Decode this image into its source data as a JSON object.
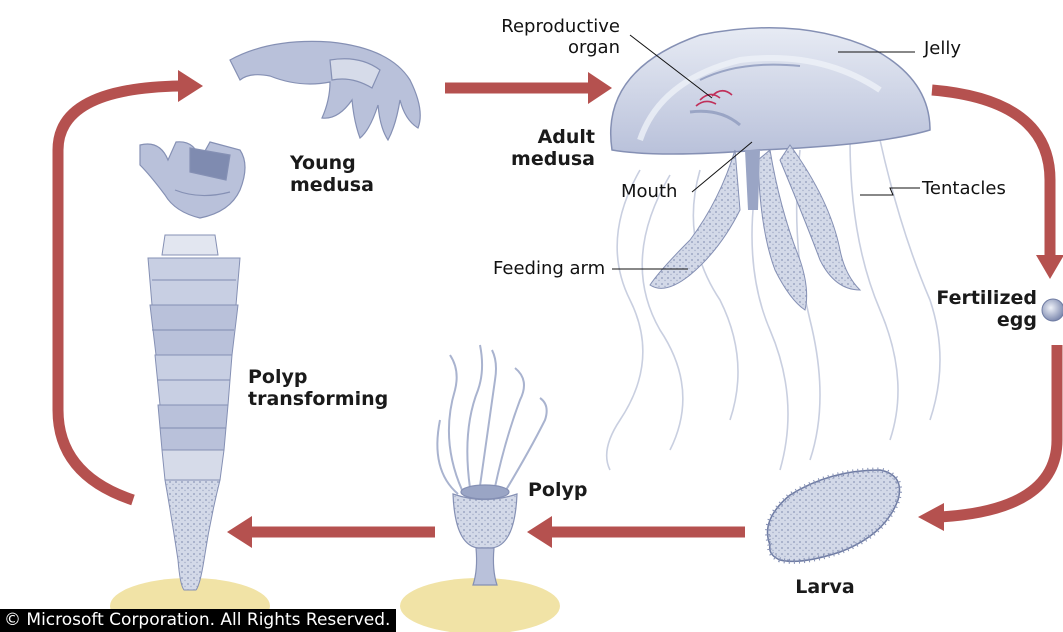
{
  "labels": {
    "reproductive_organ": "Reproductive organ",
    "jelly": "Jelly",
    "mouth": "Mouth",
    "tentacles": "Tentacles",
    "feeding_arm": "Feeding arm"
  },
  "stages": {
    "young_medusa": "Young medusa",
    "adult_medusa": "Adult medusa",
    "fertilized_egg": "Fertilized egg",
    "larva": "Larva",
    "polyp": "Polyp",
    "polyp_transforming": "Polyp transforming"
  },
  "copyright": "© Microsoft Corporation. All Rights Reserved.",
  "colors": {
    "arrow": "#b5514f",
    "organism_light": "#d6dbe9",
    "organism_mid": "#a9b3cf",
    "organism_dark": "#6f7ca3",
    "sand": "#f1e3a6",
    "reproductive_organ": "#c0305a"
  }
}
